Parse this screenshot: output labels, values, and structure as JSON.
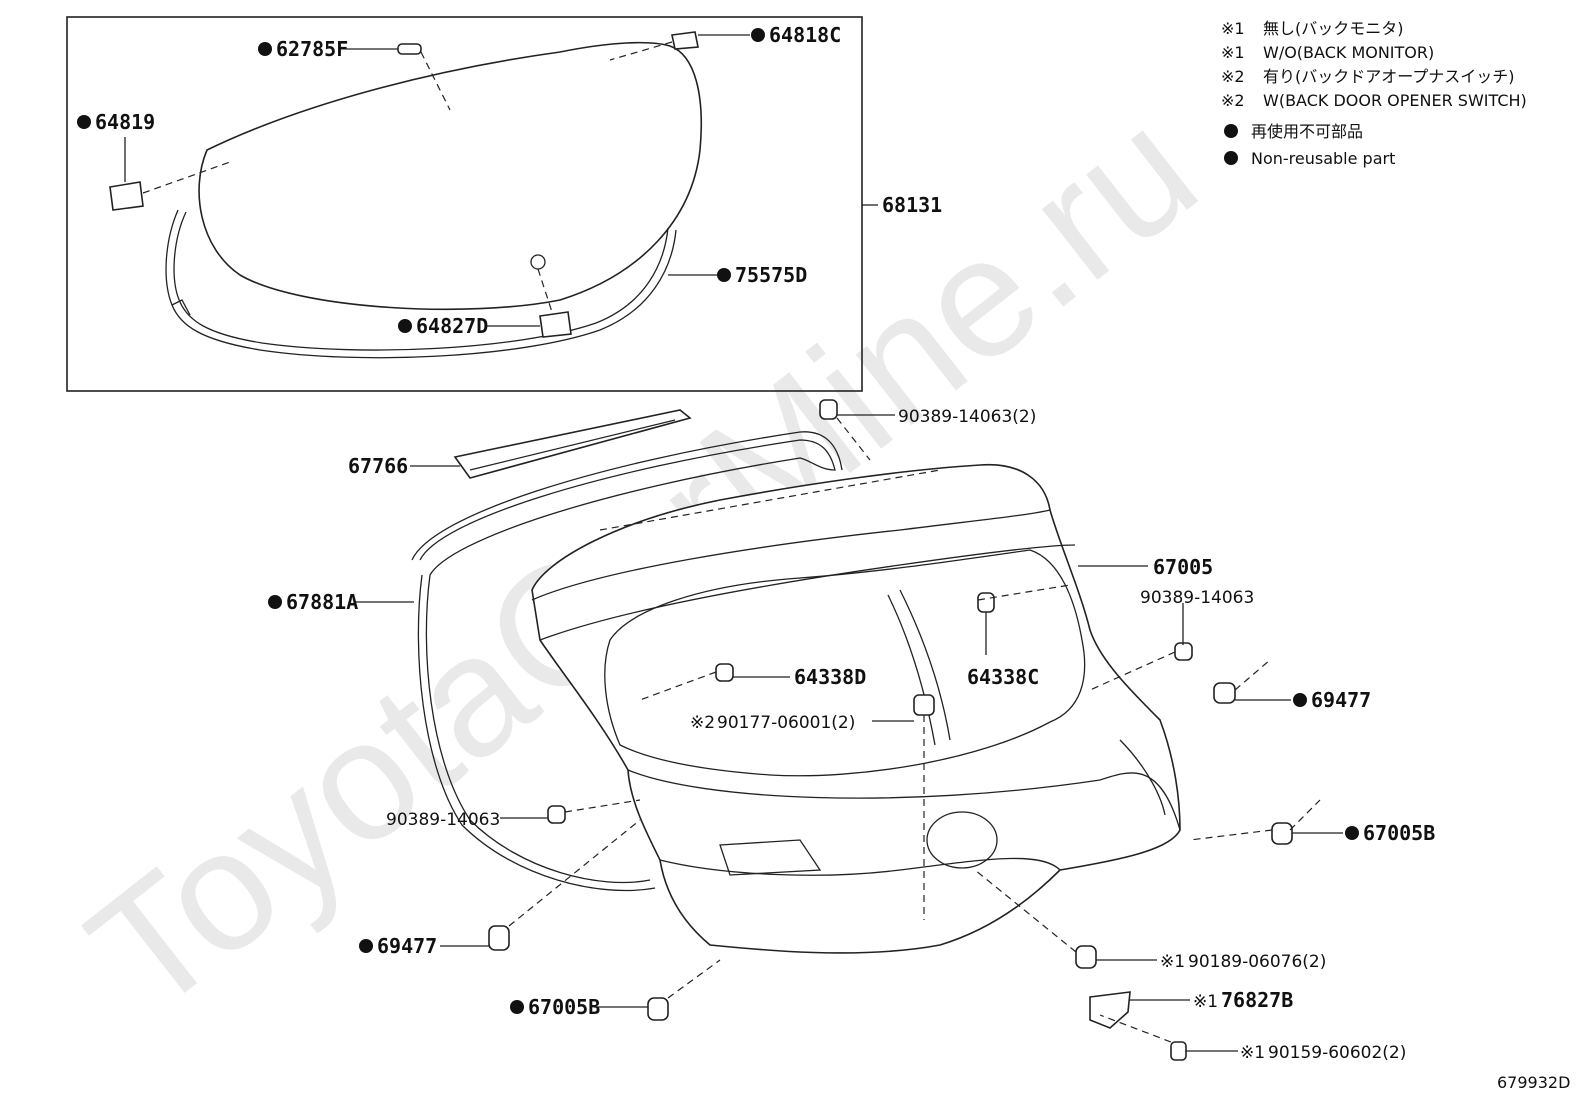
{
  "watermark": "ToyotaCarMine.ru",
  "legend": {
    "items": [
      {
        "mark": "※1",
        "text": "無し(バックモニタ)"
      },
      {
        "mark": "※1",
        "text": "W/O(BACK MONITOR)"
      },
      {
        "mark": "※2",
        "text": "有り(バックドアオープナスイッチ)"
      },
      {
        "mark": "※2",
        "text": "W(BACK DOOR OPENER SWITCH)"
      }
    ],
    "nonreusable_jp": "再使用不可部品",
    "nonreusable_en": "Non-reusable part"
  },
  "figure_id": "679932D",
  "parts": {
    "p62785F": {
      "text": "62785F",
      "nonreusable": true,
      "prefix": ""
    },
    "p64818C": {
      "text": "64818C",
      "nonreusable": true,
      "prefix": ""
    },
    "p64819": {
      "text": "64819",
      "nonreusable": true,
      "prefix": ""
    },
    "p68131": {
      "text": "68131",
      "nonreusable": false,
      "prefix": ""
    },
    "p75575D": {
      "text": "75575D",
      "nonreusable": true,
      "prefix": ""
    },
    "p64827D": {
      "text": "64827D",
      "nonreusable": true,
      "prefix": ""
    },
    "p90389a": {
      "text": "90389-14063(2)",
      "nonreusable": false,
      "prefix": ""
    },
    "p67766": {
      "text": "67766",
      "nonreusable": false,
      "prefix": ""
    },
    "p67005": {
      "text": "67005",
      "nonreusable": false,
      "prefix": ""
    },
    "p90389b": {
      "text": "90389-14063",
      "nonreusable": false,
      "prefix": ""
    },
    "p67881A": {
      "text": "67881A",
      "nonreusable": true,
      "prefix": ""
    },
    "p64338D": {
      "text": "64338D",
      "nonreusable": false,
      "prefix": ""
    },
    "p64338C": {
      "text": "64338C",
      "nonreusable": false,
      "prefix": ""
    },
    "p69477r": {
      "text": "69477",
      "nonreusable": true,
      "prefix": ""
    },
    "p90177": {
      "text": "90177-06001(2)",
      "nonreusable": false,
      "prefix": "※2"
    },
    "p90389c": {
      "text": "90389-14063",
      "nonreusable": false,
      "prefix": ""
    },
    "p67005Br": {
      "text": "67005B",
      "nonreusable": true,
      "prefix": ""
    },
    "p69477l": {
      "text": "69477",
      "nonreusable": true,
      "prefix": ""
    },
    "p90189": {
      "text": "90189-06076(2)",
      "nonreusable": false,
      "prefix": "※1"
    },
    "p76827B": {
      "text": "76827B",
      "nonreusable": false,
      "prefix": "※1"
    },
    "p67005Bl": {
      "text": "67005B",
      "nonreusable": true,
      "prefix": ""
    },
    "p90159": {
      "text": "90159-60602(2)",
      "nonreusable": false,
      "prefix": "※1"
    }
  }
}
